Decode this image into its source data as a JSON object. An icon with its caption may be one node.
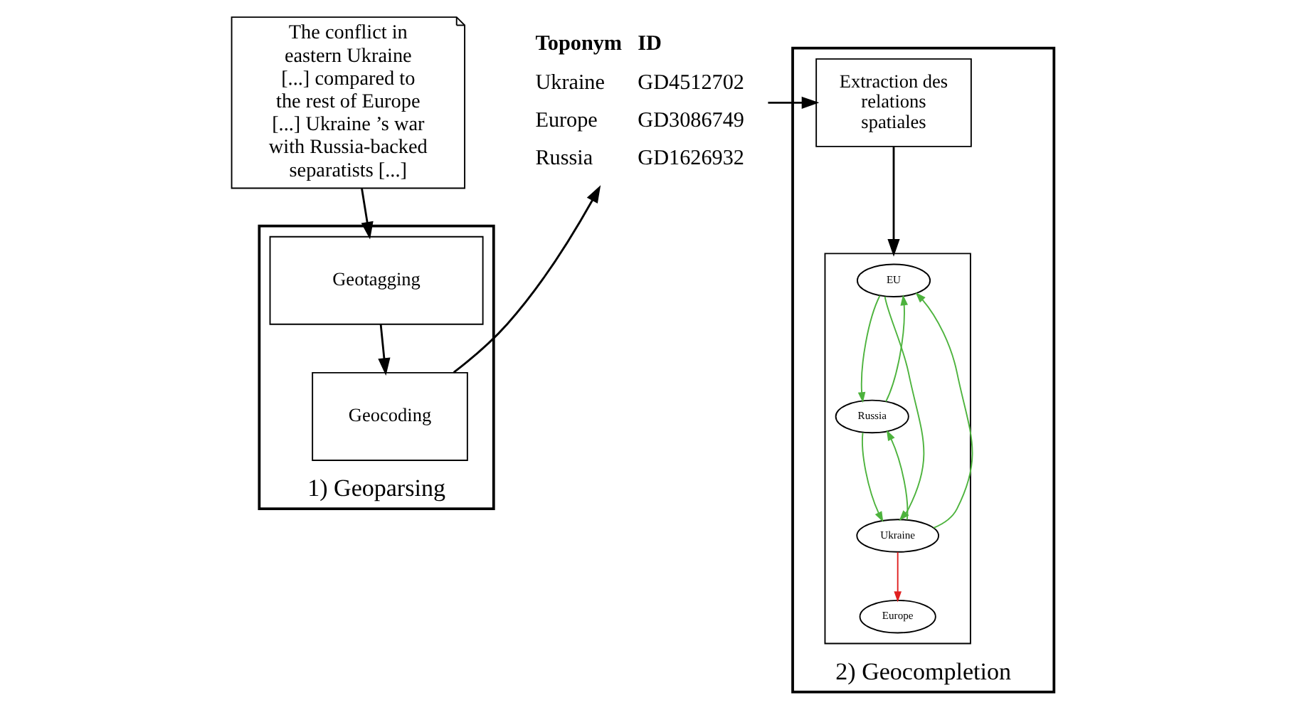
{
  "diagram": {
    "nodes": [
      {
        "text": [
          "The conflict in eastern Ukraine [...] compared to the rest of Europe [...] Ukraine ’s war with Russia-backed separatists [...]"
        ]
      },
      {
        "text": [
          "1) Geoparsing"
        ]
      },
      {
        "text": [
          "Geotagging"
        ],
        "in": 1
      },
      {
        "text": [
          "Geocoding"
        ],
        "in": 1
      },
      {
        "text": [
          "Toponym",
          "ID",
          "Ukraine",
          "GD4512702",
          "Europe",
          "GD3086749",
          "Russia",
          "GD1626932"
        ]
      },
      {
        "text": [
          "2) Geocompletion"
        ]
      },
      {
        "text": [
          "Extraction des relations spatiales"
        ],
        "in": 5
      },
      {
        "text": [],
        "shape": "box",
        "in": 5
      },
      {
        "text": [
          "EU"
        ],
        "in": 7
      },
      {
        "text": [
          "Russia"
        ],
        "in": 7
      },
      {
        "text": [
          "Ukraine"
        ],
        "in": 7
      },
      {
        "text": [
          "Europe"
        ],
        "in": 7
      }
    ],
    "edges": [
      {
        "from": 0,
        "to": 2,
        "arrow": "to",
        "color": "#000000"
      },
      {
        "from": 2,
        "to": 3,
        "arrow": "to",
        "color": "#000000"
      },
      {
        "from": 3,
        "to": 4,
        "arrow": "to",
        "color": "#000000"
      },
      {
        "from": 4,
        "to": 6,
        "arrow": "to",
        "color": "#000000"
      },
      {
        "from": 6,
        "to": 7,
        "arrow": "to",
        "color": "#000000"
      },
      {
        "from": 8,
        "to": 9,
        "arrow": "to",
        "color": "#4db33d"
      },
      {
        "from": 9,
        "to": 8,
        "arrow": "to",
        "color": "#4db33d"
      },
      {
        "from": 9,
        "to": 10,
        "arrow": "to",
        "color": "#4db33d"
      },
      {
        "from": 10,
        "to": 9,
        "arrow": "to",
        "color": "#4db33d"
      },
      {
        "from": 8,
        "to": 10,
        "arrow": "to",
        "color": "#4db33d"
      },
      {
        "from": 10,
        "to": 8,
        "arrow": "to",
        "color": "#4db33d"
      },
      {
        "from": 10,
        "to": 11,
        "arrow": "to",
        "color": "#e02020"
      }
    ]
  }
}
